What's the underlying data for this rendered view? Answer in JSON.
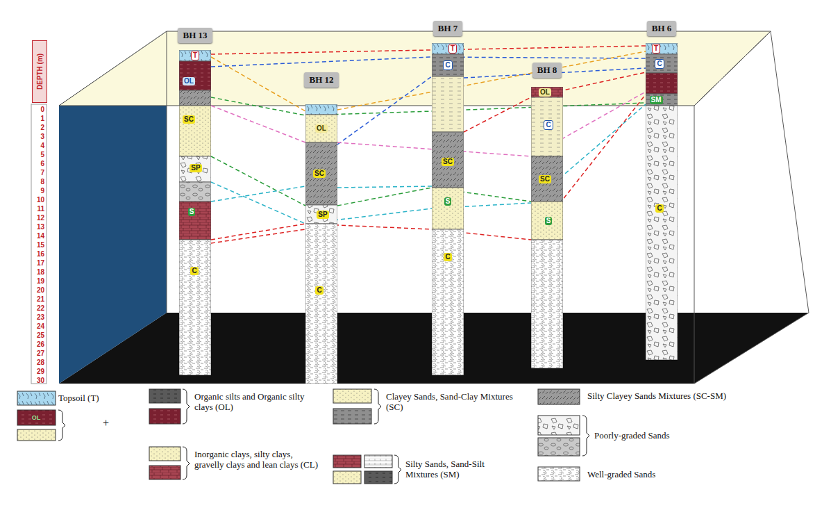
{
  "diagram": {
    "nodes": [
      {
        "text": [
          "BH 13"
        ]
      },
      {
        "text": [
          "BH 12"
        ]
      },
      {
        "text": [
          "BH 7"
        ]
      },
      {
        "text": [
          "BH 8"
        ]
      },
      {
        "text": [
          "BH 6"
        ]
      }
    ],
    "labels": [
      "DEPTH (m)",
      "0",
      "1",
      "2",
      "3",
      "4",
      "5",
      "6",
      "7",
      "8",
      "9",
      "10",
      "11",
      "12",
      "13",
      "14",
      "15",
      "16",
      "17",
      "18",
      "19",
      "20",
      "21",
      "22",
      "23",
      "24",
      "25",
      "26",
      "27",
      "28",
      "29",
      "30",
      "T",
      "OL",
      "SC",
      "SP",
      "S",
      "C",
      "OL",
      "SC",
      "SP",
      "C",
      "T",
      "C",
      "SC",
      "S",
      "C",
      "OL",
      "C",
      "SC",
      "S",
      "T",
      "C",
      "SM",
      "C",
      "+",
      "OL"
    ],
    "legend": [
      {
        "text": "Topsoil (T)"
      },
      {
        "text": "Organic silts and Organic silty clays (OL)"
      },
      {
        "text": "Clayey Sands, Sand-Clay Mixtures (SC)"
      },
      {
        "text": "Silty Clayey Sands Mixtures (SC-SM)"
      },
      {
        "text": "Inorganic clays, silty clays, gravelly clays and lean clays (CL)"
      },
      {
        "text": "Silty Sands, Sand-Silt Mixtures (SM)"
      },
      {
        "text": "Poorly-graded Sands"
      },
      {
        "text": "Well-graded Sands"
      }
    ]
  }
}
